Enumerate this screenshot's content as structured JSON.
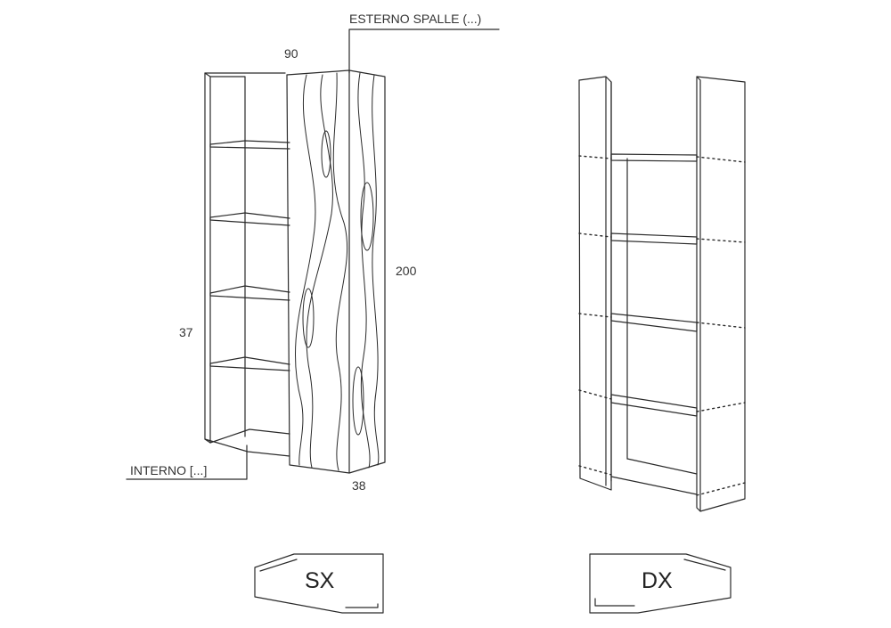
{
  "left_view": {
    "labels": {
      "top_width": "90",
      "height": "200",
      "side_depth": "37",
      "bottom_depth": "38",
      "exterior_callout": "ESTERNO SPALLE (...)",
      "interior_callout": "INTERNO [...]"
    }
  },
  "variants": {
    "left": {
      "code": "SX"
    },
    "right": {
      "code": "DX"
    }
  },
  "colors": {
    "line": "#2a2a2a",
    "paper": "#ffffff"
  }
}
